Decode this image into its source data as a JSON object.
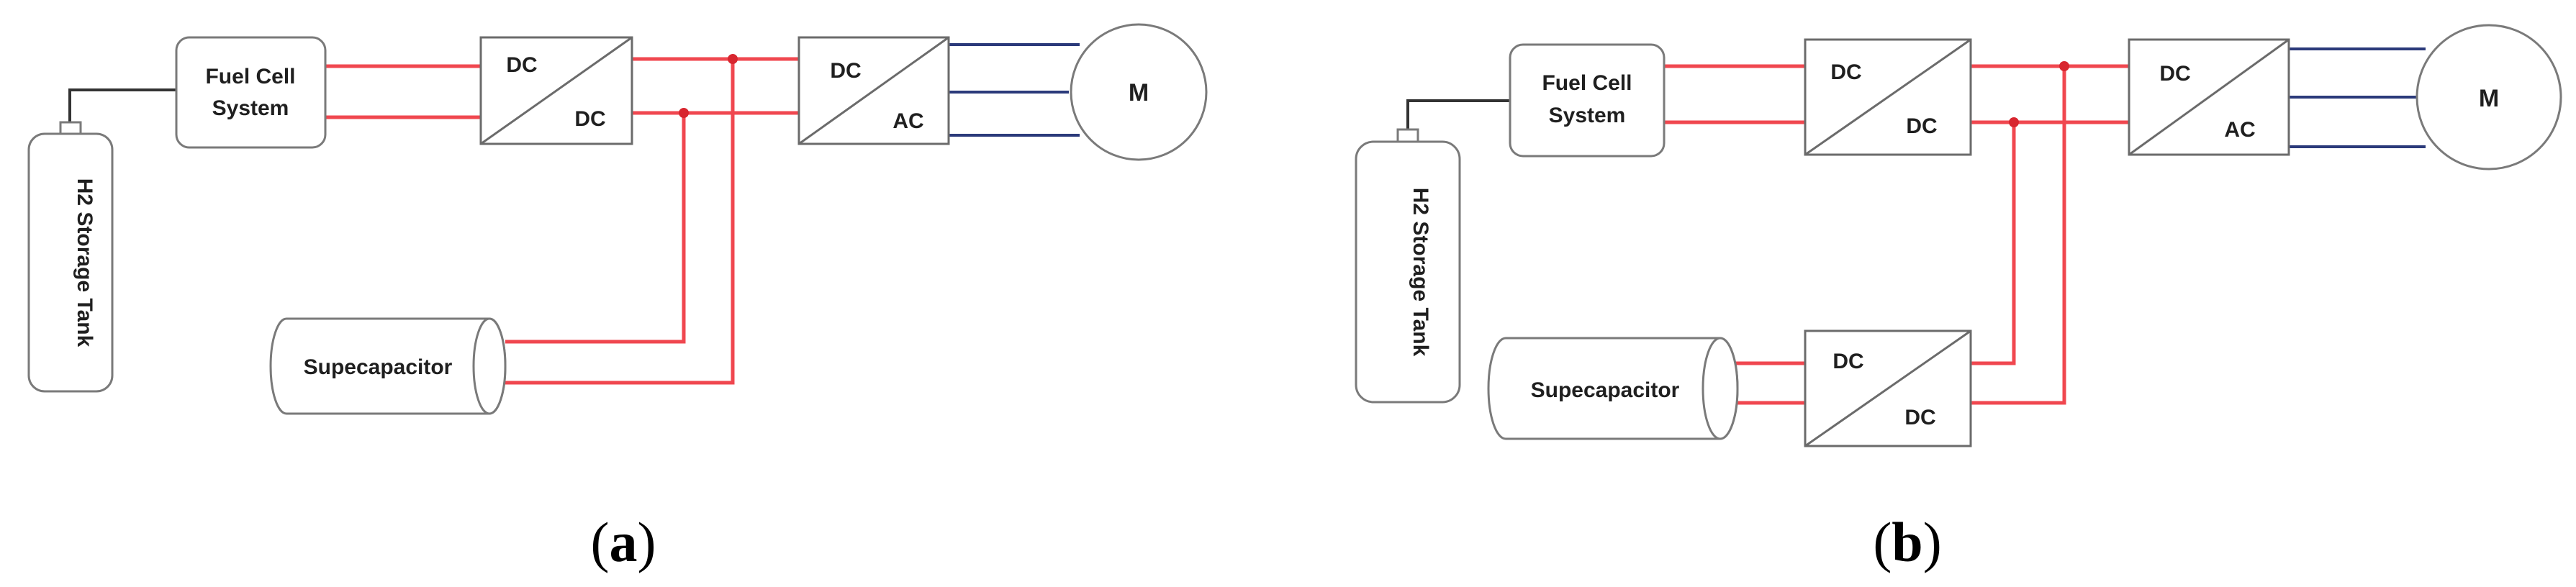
{
  "diagram_a": {
    "fuel_cell_line1": "Fuel Cell",
    "fuel_cell_line2": "System",
    "tank": "H2 Storage Tank",
    "dcdc_in": "DC",
    "dcdc_out": "DC",
    "dcac_in": "DC",
    "dcac_out": "AC",
    "motor": "M",
    "supercap": "Supecapacitor",
    "caption_open": "(",
    "caption_letter": "a",
    "caption_close": ")"
  },
  "diagram_b": {
    "fuel_cell_line1": "Fuel Cell",
    "fuel_cell_line2": "System",
    "tank": "H2 Storage Tank",
    "dcdc_in": "DC",
    "dcdc_out": "DC",
    "dcac_in": "DC",
    "dcac_out": "AC",
    "motor": "M",
    "supercap": "Supecapacitor",
    "sc_dcdc_in": "DC",
    "sc_dcdc_out": "DC",
    "caption_open": "(",
    "caption_letter": "b",
    "caption_close": ")"
  },
  "colors": {
    "power_line": "#f0474f",
    "ac_line": "#2b3a7a",
    "junction": "#d8262f",
    "hydrogen_hose": "#333333"
  }
}
